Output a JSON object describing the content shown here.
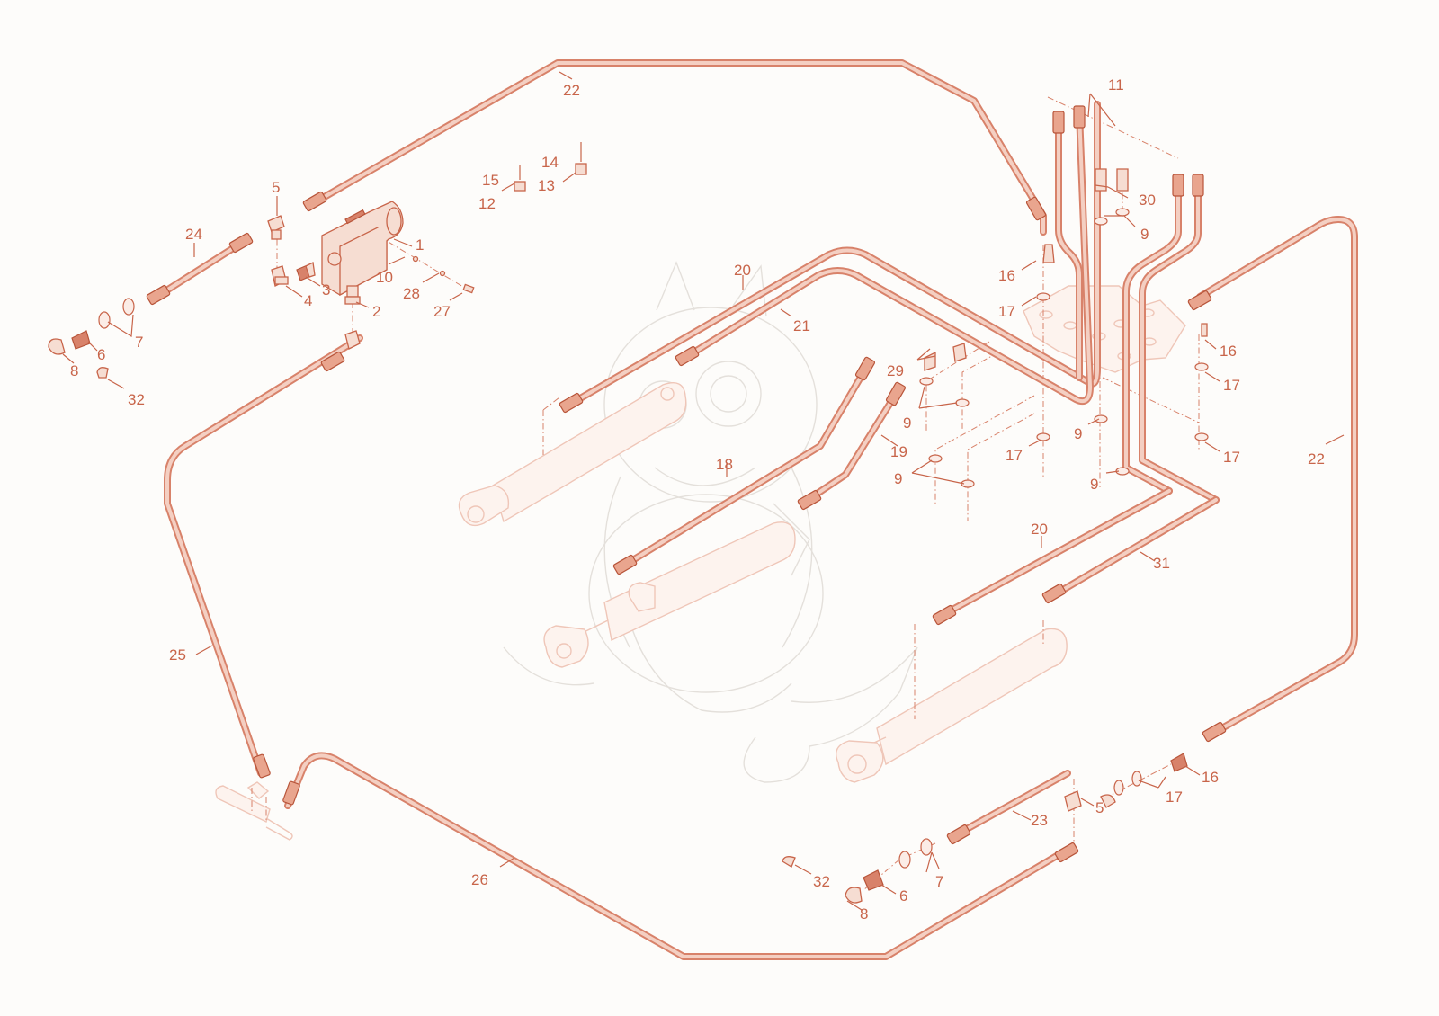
{
  "callouts": [
    {
      "id": "c-1",
      "text": "1"
    },
    {
      "id": "c-2",
      "text": "2"
    },
    {
      "id": "c-3",
      "text": "3"
    },
    {
      "id": "c-4",
      "text": "4"
    },
    {
      "id": "c-5a",
      "text": "5"
    },
    {
      "id": "c-5b",
      "text": "5"
    },
    {
      "id": "c-6a",
      "text": "6"
    },
    {
      "id": "c-6b",
      "text": "6"
    },
    {
      "id": "c-7a",
      "text": "7"
    },
    {
      "id": "c-7b",
      "text": "7"
    },
    {
      "id": "c-8a",
      "text": "8"
    },
    {
      "id": "c-8b",
      "text": "8"
    },
    {
      "id": "c-9a",
      "text": "9"
    },
    {
      "id": "c-9b",
      "text": "9"
    },
    {
      "id": "c-9c",
      "text": "9"
    },
    {
      "id": "c-9d",
      "text": "9"
    },
    {
      "id": "c-9e",
      "text": "9"
    },
    {
      "id": "c-10",
      "text": "10"
    },
    {
      "id": "c-11",
      "text": "11"
    },
    {
      "id": "c-12",
      "text": "12"
    },
    {
      "id": "c-13",
      "text": "13"
    },
    {
      "id": "c-14",
      "text": "14"
    },
    {
      "id": "c-15",
      "text": "15"
    },
    {
      "id": "c-16a",
      "text": "16"
    },
    {
      "id": "c-16b",
      "text": "16"
    },
    {
      "id": "c-16c",
      "text": "16"
    },
    {
      "id": "c-17a",
      "text": "17"
    },
    {
      "id": "c-17b",
      "text": "17"
    },
    {
      "id": "c-17c",
      "text": "17"
    },
    {
      "id": "c-17d",
      "text": "17"
    },
    {
      "id": "c-17e",
      "text": "17"
    },
    {
      "id": "c-18",
      "text": "18"
    },
    {
      "id": "c-19",
      "text": "19"
    },
    {
      "id": "c-20a",
      "text": "20"
    },
    {
      "id": "c-20b",
      "text": "20"
    },
    {
      "id": "c-21",
      "text": "21"
    },
    {
      "id": "c-22a",
      "text": "22"
    },
    {
      "id": "c-22b",
      "text": "22"
    },
    {
      "id": "c-23",
      "text": "23"
    },
    {
      "id": "c-24",
      "text": "24"
    },
    {
      "id": "c-25",
      "text": "25"
    },
    {
      "id": "c-26",
      "text": "26"
    },
    {
      "id": "c-27",
      "text": "27"
    },
    {
      "id": "c-28",
      "text": "28"
    },
    {
      "id": "c-29",
      "text": "29"
    },
    {
      "id": "c-30",
      "text": "30"
    },
    {
      "id": "c-31",
      "text": "31"
    },
    {
      "id": "c-32a",
      "text": "32"
    },
    {
      "id": "c-32b",
      "text": "32"
    }
  ],
  "colors": {
    "accent": "#d8826a",
    "label": "#c8654a",
    "background": "#fdfcfa"
  }
}
